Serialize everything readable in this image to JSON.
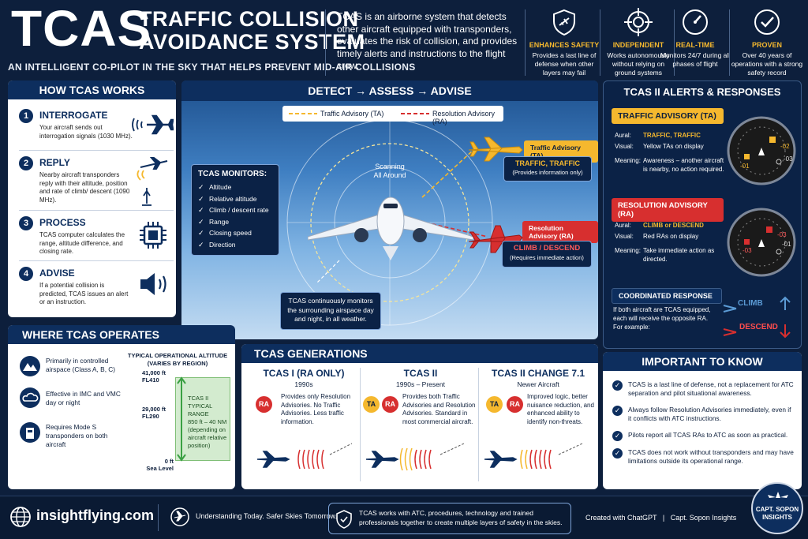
{
  "header": {
    "title": "TCAS",
    "title2_line1": "TRAFFIC COLLISION",
    "title2_line2": "AVOIDANCE SYSTEM",
    "subtitle": "AN INTELLIGENT CO-PILOT IN THE SKY THAT HELPS PREVENT MID-AIR COLLISIONS",
    "intro": "TCAS is an airborne system that detects other aircraft equipped with transponders, evaluates the risk of collision, and provides timely alerts and instructions to the flight crew."
  },
  "features": [
    {
      "icon": "shield-plane-icon",
      "title": "ENHANCES SAFETY",
      "text": "Provides a last line of defense when other layers may fail"
    },
    {
      "icon": "crosshair-icon",
      "title": "INDEPENDENT",
      "text": "Works autonomously without relying on ground systems"
    },
    {
      "icon": "gauge-icon",
      "title": "REAL-TIME",
      "text": "Monitors 24/7 during all phases of flight"
    },
    {
      "icon": "check-circle-icon",
      "title": "PROVEN",
      "text": "Over 40 years of operations with a strong safety record"
    }
  ],
  "how": {
    "title": "HOW TCAS WORKS",
    "steps": [
      {
        "num": "1",
        "title": "INTERROGATE",
        "text": "Your aircraft sends out interrogation signals (1030 MHz).",
        "icon": "signal-plane-icon"
      },
      {
        "num": "2",
        "title": "REPLY",
        "text": "Nearby aircraft transponders reply with their altitude, position and rate of climb/ descent (1090 MHz).",
        "icon": "reply-plane-icon"
      },
      {
        "num": "3",
        "title": "PROCESS",
        "text": "TCAS computer calculates the range, altitude difference, and closing rate.",
        "icon": "chip-icon"
      },
      {
        "num": "4",
        "title": "ADVISE",
        "text": "If a potential collision is predicted, TCAS issues an alert or an instruction.",
        "icon": "speaker-icon"
      }
    ]
  },
  "center": {
    "title": "DETECT → ASSESS → ADVISE",
    "legend_ta": "Traffic Advisory (TA)",
    "legend_ra": "Resolution Advisory (RA)",
    "scanning": "Scanning\nAll Around",
    "monitors_title": "TCAS MONITORS:",
    "monitors": [
      "Altitude",
      "Relative altitude",
      "Climb / descent rate",
      "Range",
      "Closing speed",
      "Direction"
    ],
    "ta_tag": "Traffic Advisory (TA)",
    "ta_box_head": "TRAFFIC, TRAFFIC",
    "ta_box_sub": "(Provides information only)",
    "ra_tag": "Resolution Advisory (RA)",
    "ra_box_head": "CLIMB / DESCEND",
    "ra_box_sub": "(Requires immediate action)",
    "bottom_note": "TCAS continuously monitors the surrounding airspace day and night, in all weather."
  },
  "alerts": {
    "title": "TCAS II ALERTS & RESPONSES",
    "ta": {
      "head": "TRAFFIC ADVISORY (TA)",
      "aural_l": "Aural:",
      "aural_v": "TRAFFIC, TRAFFIC",
      "visual_l": "Visual:",
      "visual_v": "Yellow TAs on display",
      "meaning_l": "Meaning:",
      "meaning_v": "Awareness – another aircraft is nearby, no action required.",
      "tag_up": "-02",
      "tag_dn": "-01",
      "tag_r": "-03"
    },
    "ra": {
      "head": "RESOLUTION ADVISORY (RA)",
      "aural_l": "Aural:",
      "aural_v": "CLIMB or DESCEND",
      "visual_l": "Visual:",
      "visual_v": "Red RAs on display",
      "meaning_l": "Meaning:",
      "meaning_v": "Take immediate action as directed.",
      "tag_up": "-03",
      "tag_dn": "-03",
      "tag_r": "-01"
    },
    "coord_head": "COORDINATED RESPONSE",
    "coord_text": "If both aircraft are TCAS equipped, each will receive the opposite RA. For example:",
    "climb": "CLIMB",
    "descend": "DESCEND"
  },
  "where": {
    "title": "WHERE TCAS OPERATES",
    "items": [
      {
        "icon": "mountain-icon",
        "text": "Primarily in controlled airspace (Class A, B, C)"
      },
      {
        "icon": "cloud-icon",
        "text": "Effective in IMC and VMC day or night"
      },
      {
        "icon": "transponder-icon",
        "text": "Requires Mode S transponders on both aircraft"
      }
    ],
    "alt_title": "TYPICAL OPERATIONAL ALTITUDE\n(VARIES BY REGION)",
    "alt_top": "41,000 ft\nFL410",
    "alt_mid": "29,000 ft\nFL290",
    "alt_bot": "0 ft\nSea Level",
    "range_text": "TCAS II\nTYPICAL RANGE\n850 ft – 40 NM\n(depending on aircraft relative position)"
  },
  "generations": {
    "title": "TCAS GENERATIONS",
    "items": [
      {
        "title": "TCAS I (RA ONLY)",
        "year": "1990s",
        "text": "Provides only Resolution Advisories. No Traffic Advisories. Less traffic information.",
        "badges": [
          "RA"
        ]
      },
      {
        "title": "TCAS II",
        "year": "1990s – Present",
        "text": "Provides both Traffic Advisories and Resolution Advisories. Standard in most commercial aircraft.",
        "badges": [
          "TA",
          "RA"
        ]
      },
      {
        "title": "TCAS II CHANGE 7.1",
        "year": "Newer Aircraft",
        "text": "Improved logic, better nuisance reduction, and enhanced ability to identify non-threats.",
        "badges": [
          "TA",
          "RA"
        ]
      }
    ]
  },
  "know": {
    "title": "IMPORTANT TO KNOW",
    "items": [
      "TCAS is a last line of defense, not a replacement for ATC separation and pilot situational awareness.",
      "Always follow Resolution Advisories immediately, even if it conflicts with ATC instructions.",
      "Pilots report all TCAS RAs to ATC as soon as practical.",
      "TCAS does not work without transponders and may have limitations outside its operational range."
    ]
  },
  "footer": {
    "site": "insightflying.com",
    "tagline": "Understanding Today. Safer Skies Tomorrow.",
    "note": "TCAS works with ATC, procedures, technology and trained professionals together to create multiple layers of safety in the skies.",
    "credit": "Created with ChatGPT   |   Capt. Sopon Insights",
    "logo_line1": "CAPT. SOPON",
    "logo_line2": "INSIGHTS"
  },
  "colors": {
    "navy": "#0d2e5e",
    "amber": "#f5b82e",
    "red": "#d72f2f",
    "green": "#3aa043"
  }
}
